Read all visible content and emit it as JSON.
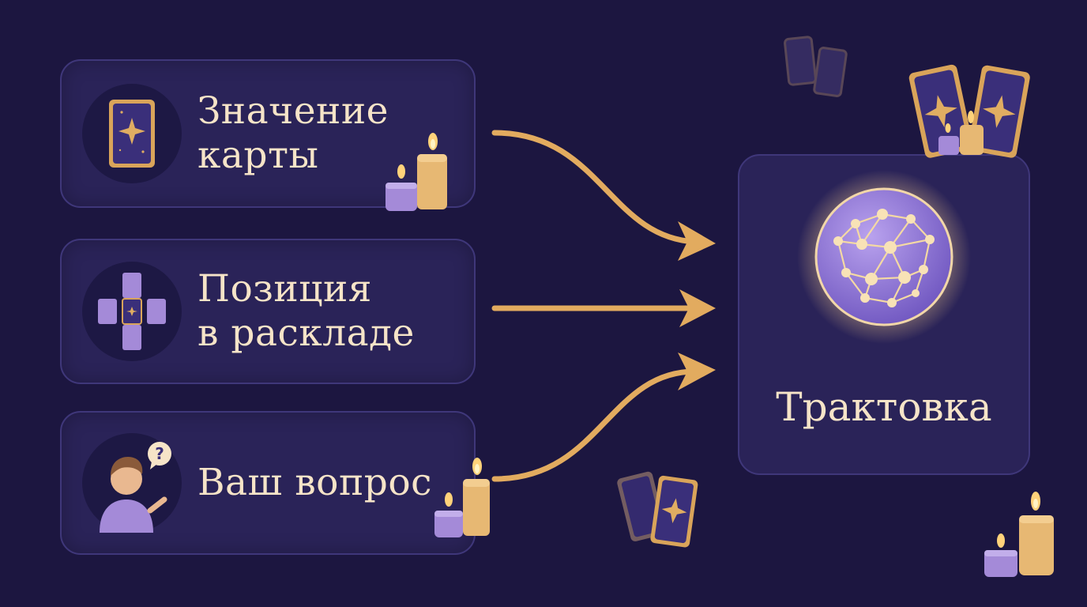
{
  "inputs": [
    {
      "label": "Значение\nкарты",
      "icon": "tarot-card-icon"
    },
    {
      "label": "Позиция\nв раскладе",
      "icon": "spread-layout-icon"
    },
    {
      "label": "Ваш вопрос",
      "icon": "person-question-icon"
    }
  ],
  "output": {
    "label": "Трактовка",
    "icon": "crystal-ball-network-icon"
  },
  "colors": {
    "background": "#1c1640",
    "panel": "#2a2358",
    "panel_border": "#3f377a",
    "arrow": "#e2ab5f",
    "text": "#f6e4c8",
    "card_purple": "#a48ad8",
    "gold": "#d9a45a"
  }
}
